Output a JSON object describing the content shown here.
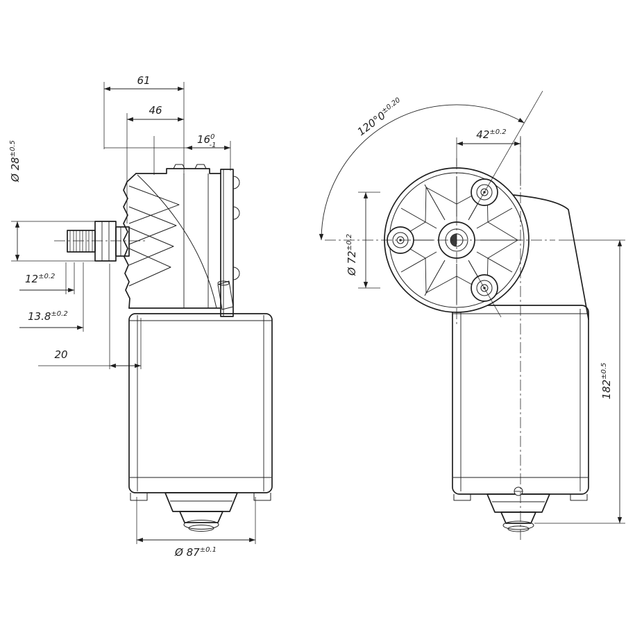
{
  "colors": {
    "line": "#1f1f1f",
    "background": "#ffffff"
  },
  "dims": {
    "d61": {
      "main": "61"
    },
    "d46": {
      "main": "46"
    },
    "d16": {
      "main": "16",
      "sup": "0",
      "sub": "-1"
    },
    "d28": {
      "main": "Ø 28",
      "sup": "±0.5"
    },
    "d12": {
      "main": "12",
      "sup": "±0.2"
    },
    "d138": {
      "main": "13.8",
      "sup": "±0.2"
    },
    "d20": {
      "main": "20"
    },
    "d87": {
      "main": "Ø 87",
      "sup": "±0.1"
    },
    "d120": {
      "main": "120°0",
      "sup": "±0.20"
    },
    "d42": {
      "main": "42",
      "sup": "±0.2"
    },
    "d72": {
      "main": "Ø 72",
      "sup": "±0.2"
    },
    "d182": {
      "main": "182",
      "sup": "±0.5"
    }
  }
}
